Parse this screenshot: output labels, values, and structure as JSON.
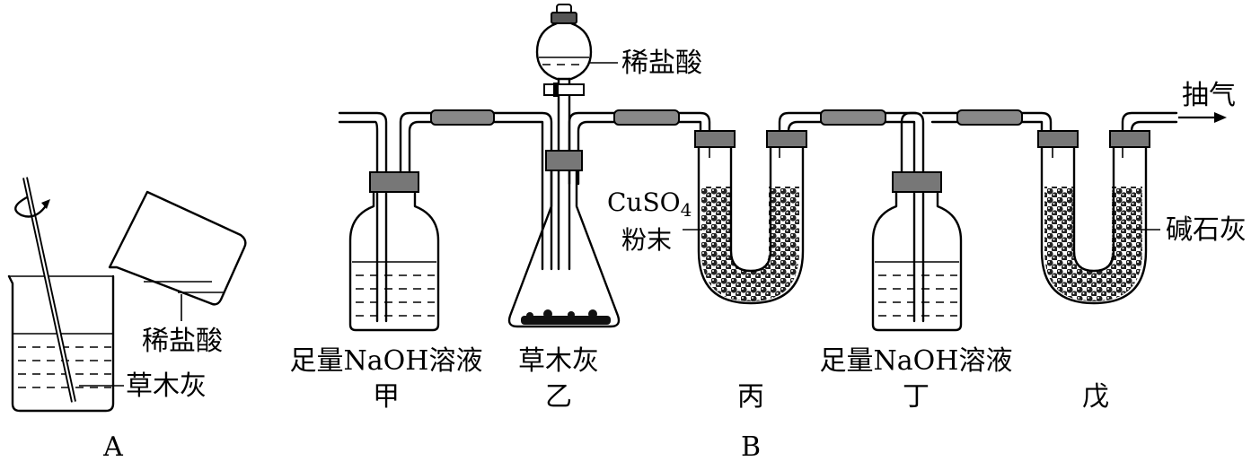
{
  "setup_a": {
    "caption": "A",
    "acid_label": "稀盐酸",
    "sample_label": "草木灰"
  },
  "setup_b": {
    "caption": "B",
    "funnel_label": "稀盐酸",
    "outlet_label": "抽气",
    "jia": {
      "content": "足量NaOH溶液",
      "name": "甲"
    },
    "yi": {
      "content": "草木灰",
      "name": "乙"
    },
    "bing": {
      "content_main": "CuSO",
      "content_sub": "4",
      "content_line2": "粉末",
      "name": "丙"
    },
    "ding": {
      "content": "足量NaOH溶液",
      "name": "丁"
    },
    "wu": {
      "content": "碱石灰",
      "name": "戊"
    }
  }
}
